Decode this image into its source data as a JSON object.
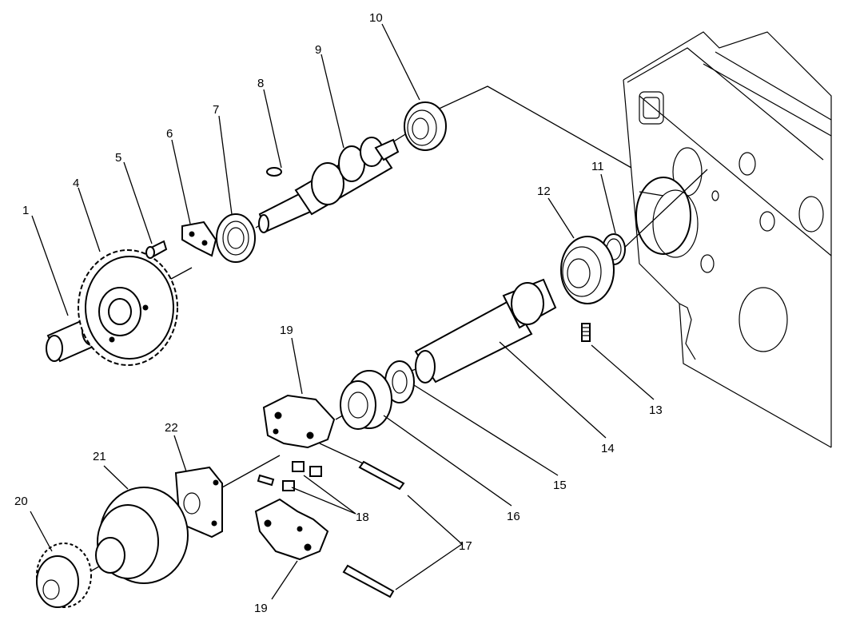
{
  "labels": {
    "l1": "1",
    "l4": "4",
    "l5": "5",
    "l6": "6",
    "l7": "7",
    "l8": "8",
    "l9": "9",
    "l10": "10",
    "l11": "11",
    "l12": "12",
    "l13": "13",
    "l14": "14",
    "l15": "15",
    "l16": "16",
    "l17": "17",
    "l18": "18",
    "l19a": "19",
    "l19b": "19",
    "l20": "20",
    "l21": "21",
    "l22": "22"
  }
}
